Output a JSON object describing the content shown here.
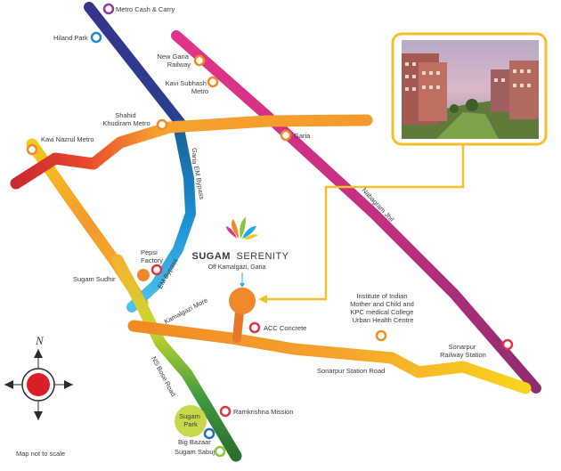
{
  "project": {
    "name_bold": "SUGAM",
    "name_light": "SERENITY",
    "location": "Off Kamalgazi, Garia"
  },
  "compass": {
    "north": "N"
  },
  "footer": {
    "note": "Map not to scale"
  },
  "stations": [
    {
      "id": "metro-cash-carry",
      "label": "Metro Cash & Carry",
      "ring_color": "#8e3a97"
    },
    {
      "id": "hiland-park",
      "label": "Hiland Park",
      "ring_color": "#1e88c9"
    },
    {
      "id": "new-garia-railway",
      "label": "New Garia\nRailway",
      "ring_color": "#f08a24"
    },
    {
      "id": "kavi-subhash-metro",
      "label": "Kavi Subhash\nMetro",
      "ring_color": "#f08a24"
    },
    {
      "id": "shahid-khudiram-metro",
      "label": "Shahid\nKhudiram Metro",
      "ring_color": "#f08a24"
    },
    {
      "id": "kavi-nazrul-metro",
      "label": "Kavi Nazrul Metro",
      "ring_color": "#f08a24"
    },
    {
      "id": "garia-station",
      "label": "Garia",
      "ring_color": "#f08a24"
    },
    {
      "id": "pepsi-factory",
      "label": "Pepsi\nFactory",
      "ring_color": "#d93640"
    },
    {
      "id": "sugam-sudhir",
      "label": "Sugam Sudhir",
      "ring_color": "#f08a24"
    },
    {
      "id": "acc-concrete",
      "label": "ACC Concrete",
      "ring_color": "#d93640"
    },
    {
      "id": "health-centre",
      "label": "Institute of Indian\nMother and Child and\nKPC medical College\nUrban Health Centre",
      "ring_color": "#f08a24"
    },
    {
      "id": "sonarpur-railway",
      "label": "Sonarpur\nRailway Station",
      "ring_color": "#d93640"
    },
    {
      "id": "ramkrishna-mission",
      "label": "Ramkrishna Mission",
      "ring_color": "#d93640"
    },
    {
      "id": "big-bazaar",
      "label": "Big Bazaar",
      "ring_color": "#1e6fb8"
    },
    {
      "id": "sugam-sabuj",
      "label": "Sugam Sabuj",
      "ring_color": "#8cc63f"
    }
  ],
  "roads": [
    {
      "id": "garia-road",
      "label": "Garia"
    },
    {
      "id": "em-bypass-upper",
      "label": "EM Bypass"
    },
    {
      "id": "em-bypass-lower",
      "label": "EM Bypass"
    },
    {
      "id": "nabagram-jhil",
      "label": "Nabagram Jhil"
    },
    {
      "id": "kamalgazi-more",
      "label": "Kamalgazi More"
    },
    {
      "id": "ns-bose-road",
      "label": "NS Bose Road"
    },
    {
      "id": "sonarpur-station-road",
      "label": "Sonarpur Station Road"
    }
  ],
  "landmarks": {
    "sugam_park": "Sugam\nPark"
  },
  "colors": {
    "purple_line": "#2e3a8c",
    "magenta_line": "#d6307e",
    "orange_line": "#f39a2c",
    "red_line": "#c92a2f",
    "blue_line": "#29a9e0",
    "green_line": "#3a8f3a",
    "yellow_line": "#f5d21a",
    "callout": "#f7c02a",
    "project_dot": "#f0892a"
  }
}
